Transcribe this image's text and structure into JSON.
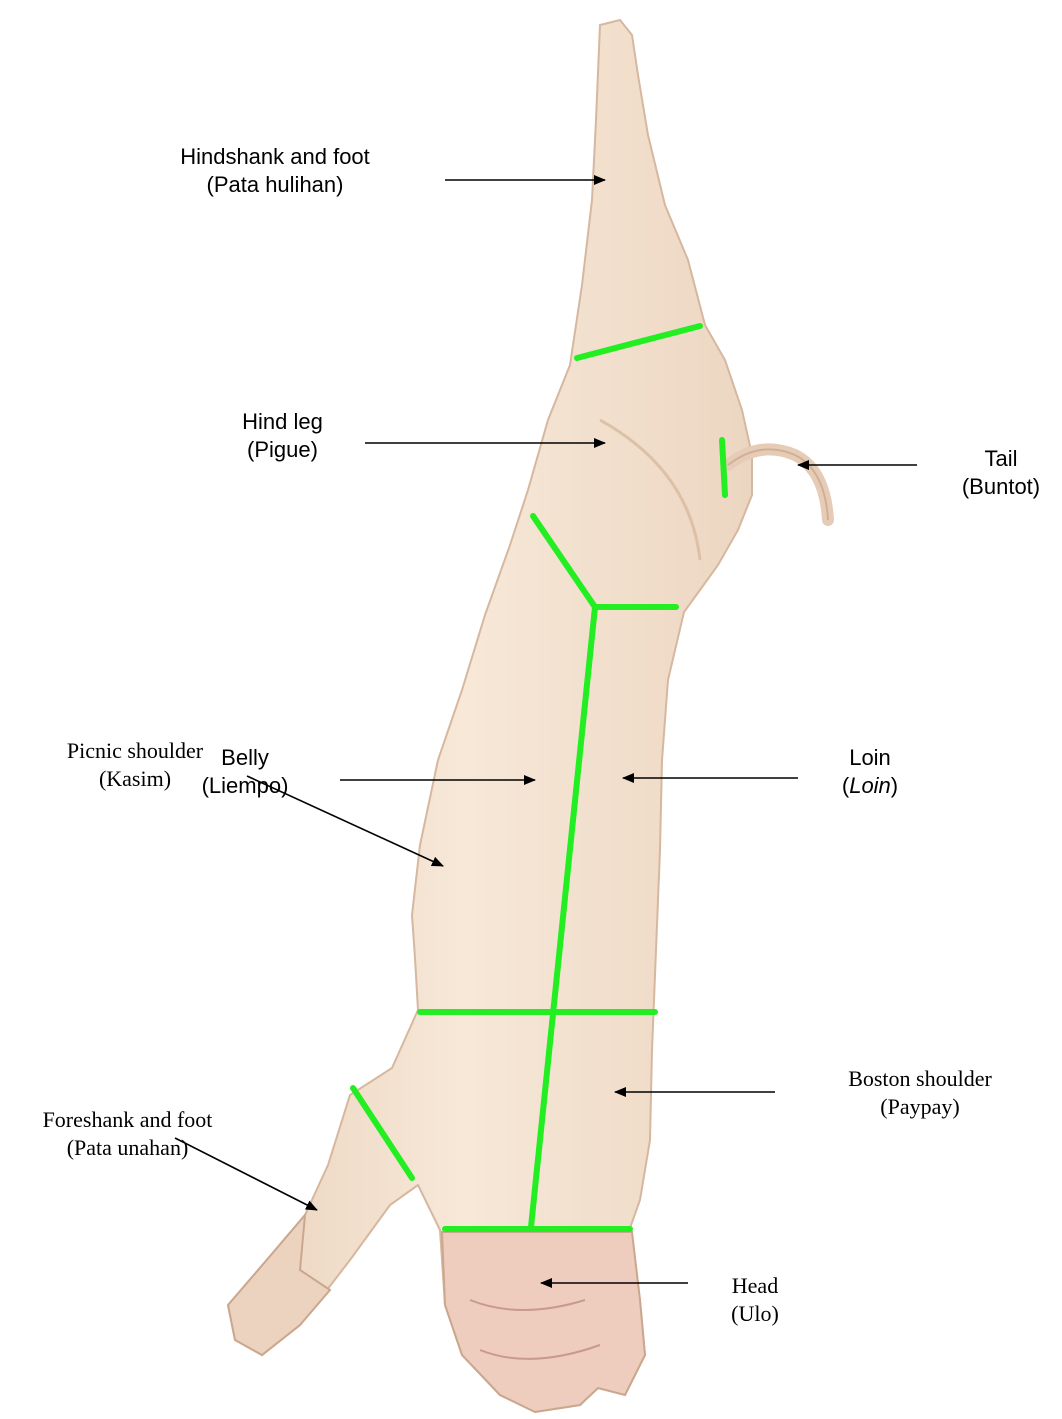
{
  "colors": {
    "background": "#ffffff",
    "carcass_skin": "#f3e0cd",
    "cut_line": "#22ee22",
    "arrow": "#000000",
    "text": "#000000"
  },
  "labels": {
    "hindshank": {
      "name": "Hindshank and foot",
      "local": "(Pata hulihan)"
    },
    "hindleg": {
      "name": "Hind leg",
      "local": "(Pigue)"
    },
    "tail": {
      "name": "Tail",
      "local": "(Buntot)"
    },
    "belly": {
      "name": "Belly",
      "local": "(Liempo)"
    },
    "loin": {
      "name": "Loin",
      "local_open": "(",
      "local_italic": "Loin",
      "local_close": ")"
    },
    "picnic": {
      "name": "Picnic shoulder",
      "local": "(Kasim)"
    },
    "boston": {
      "name": "Boston shoulder",
      "local": "(Paypay)"
    },
    "foreshank": {
      "name": "Foreshank and foot",
      "local": "(Pata unahan)"
    },
    "head": {
      "name": "Head",
      "local": "(Ulo)"
    }
  }
}
